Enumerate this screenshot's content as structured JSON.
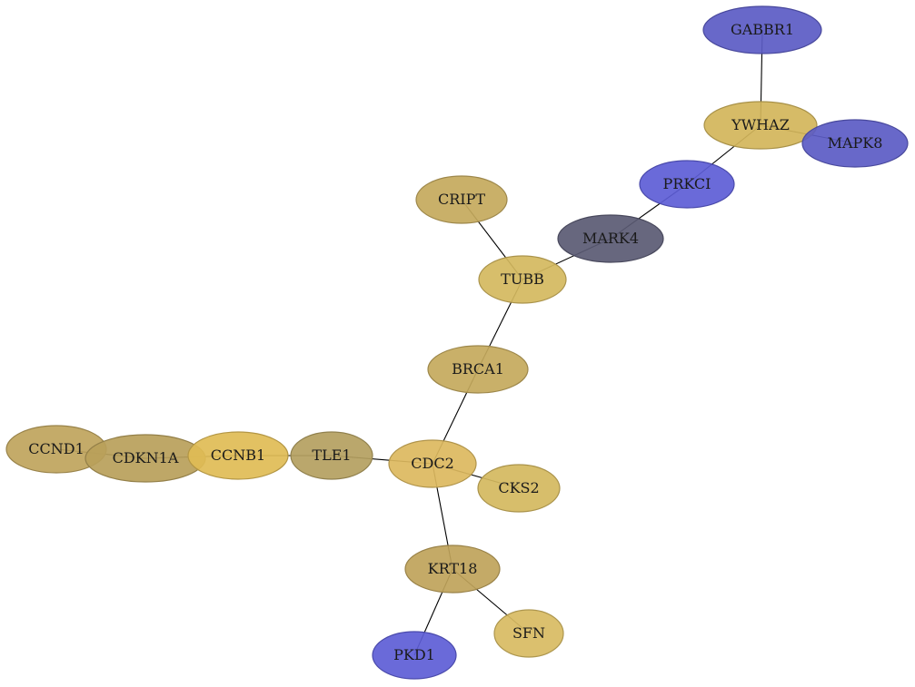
{
  "graph": {
    "nodes": [
      {
        "id": "GABBR1",
        "label": "GABBR1",
        "color": "#5b5bc4"
      },
      {
        "id": "YWHAZ",
        "label": "YWHAZ",
        "color": "#d2b55a"
      },
      {
        "id": "MAPK8",
        "label": "MAPK8",
        "color": "#5b5bc4"
      },
      {
        "id": "PRKCI",
        "label": "PRKCI",
        "color": "#5d5dd6"
      },
      {
        "id": "MARK4",
        "label": "MARK4",
        "color": "#5a5a73"
      },
      {
        "id": "CRIPT",
        "label": "CRIPT",
        "color": "#c4a95c"
      },
      {
        "id": "TUBB",
        "label": "TUBB",
        "color": "#d4b85e"
      },
      {
        "id": "BRCA1",
        "label": "BRCA1",
        "color": "#c4a95c"
      },
      {
        "id": "CCND1",
        "label": "CCND1",
        "color": "#bfa45c"
      },
      {
        "id": "CDKN1A",
        "label": "CDKN1A",
        "color": "#b89f5a"
      },
      {
        "id": "CCNB1",
        "label": "CCNB1",
        "color": "#e0bc55"
      },
      {
        "id": "TLE1",
        "label": "TLE1",
        "color": "#b4a060"
      },
      {
        "id": "CDC2",
        "label": "CDC2",
        "color": "#dcb95e"
      },
      {
        "id": "CKS2",
        "label": "CKS2",
        "color": "#d4b85e"
      },
      {
        "id": "KRT18",
        "label": "KRT18",
        "color": "#bfa35a"
      },
      {
        "id": "SFN",
        "label": "SFN",
        "color": "#d8bb62"
      },
      {
        "id": "PKD1",
        "label": "PKD1",
        "color": "#5d5dd6"
      }
    ],
    "edges": [
      {
        "from": "GABBR1",
        "to": "YWHAZ"
      },
      {
        "from": "YWHAZ",
        "to": "MAPK8"
      },
      {
        "from": "YWHAZ",
        "to": "PRKCI"
      },
      {
        "from": "PRKCI",
        "to": "MARK4"
      },
      {
        "from": "MARK4",
        "to": "TUBB"
      },
      {
        "from": "CRIPT",
        "to": "TUBB"
      },
      {
        "from": "TUBB",
        "to": "BRCA1"
      },
      {
        "from": "BRCA1",
        "to": "CDC2"
      },
      {
        "from": "CDC2",
        "to": "TLE1"
      },
      {
        "from": "TLE1",
        "to": "CCNB1"
      },
      {
        "from": "CCNB1",
        "to": "CDKN1A"
      },
      {
        "from": "CDKN1A",
        "to": "CCND1"
      },
      {
        "from": "CDC2",
        "to": "CKS2"
      },
      {
        "from": "CDC2",
        "to": "KRT18"
      },
      {
        "from": "KRT18",
        "to": "SFN"
      },
      {
        "from": "KRT18",
        "to": "PKD1"
      }
    ]
  }
}
